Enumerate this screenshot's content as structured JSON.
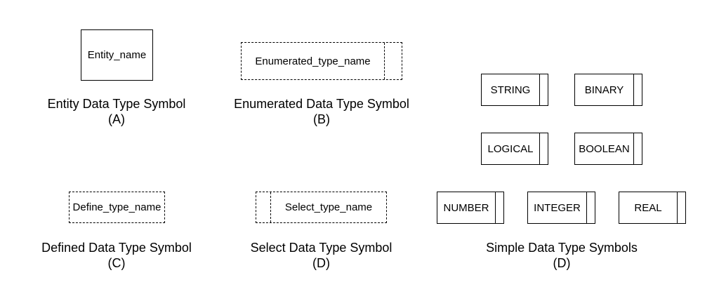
{
  "symbols": {
    "entity": "Entity_name",
    "enumerated": "Enumerated_type_name",
    "defined": "Define_type_name",
    "select": "Select_type_name",
    "simple": [
      "STRING",
      "BINARY",
      "LOGICAL",
      "BOOLEAN",
      "NUMBER",
      "INTEGER",
      "REAL"
    ]
  },
  "captions": {
    "a": {
      "title": "Entity Data Type Symbol",
      "tag": "(A)"
    },
    "b": {
      "title": "Enumerated Data Type Symbol",
      "tag": "(B)"
    },
    "c": {
      "title": "Defined Data Type Symbol",
      "tag": "(C)"
    },
    "d": {
      "title": "Select Data Type Symbol",
      "tag": "(D)"
    },
    "e": {
      "title": "Simple Data Type Symbols",
      "tag": "(D)"
    }
  }
}
